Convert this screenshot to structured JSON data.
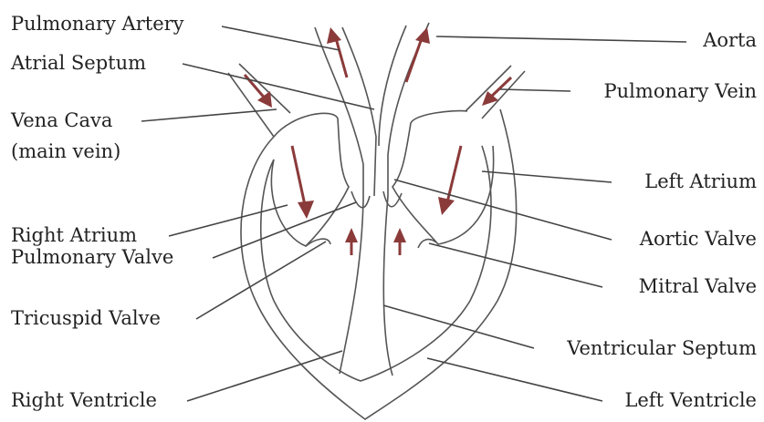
{
  "labels": {
    "pulmonary_artery": "Pulmonary Artery",
    "atrial_septum": "Atrial Septum",
    "vena_cava": "Vena Cava",
    "vena_cava_sub": "(main vein)",
    "right_atrium": "Right Atrium",
    "pulmonary_valve": "Pulmonary Valve",
    "tricuspid_valve": "Tricuspid Valve",
    "right_ventricle": "Right Ventricle",
    "aorta": "Aorta",
    "pulmonary_vein": "Pulmonary Vein",
    "left_atrium": "Left Atrium",
    "aortic_valve": "Aortic Valve",
    "mitral_valve": "Mitral Valve",
    "ventricular_septum": "Ventricular Septum",
    "left_ventricle": "Left Ventricle"
  },
  "colors": {
    "flow_arrow": "#8b3a3a",
    "outline": "#555555",
    "text": "#222222"
  }
}
